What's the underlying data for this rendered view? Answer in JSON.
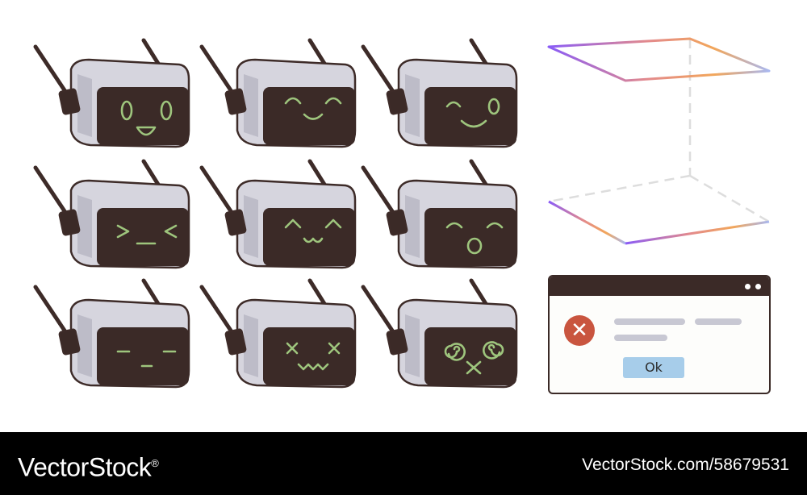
{
  "robots": [
    {
      "expression": "surprised",
      "eyes": "open-ovals",
      "mouth": "open-smile"
    },
    {
      "expression": "content",
      "eyes": "closed-arcs",
      "mouth": "smile"
    },
    {
      "expression": "winking",
      "eyes": "wink",
      "mouth": "smile"
    },
    {
      "expression": "squinting",
      "eyes": "chevrons",
      "mouth": "flat"
    },
    {
      "expression": "cat-smile",
      "eyes": "carets",
      "mouth": "w"
    },
    {
      "expression": "laughing",
      "eyes": "closed-arcs",
      "mouth": "open"
    },
    {
      "expression": "neutral",
      "eyes": "dashes",
      "mouth": "dash"
    },
    {
      "expression": "knocked-out",
      "eyes": "crosses",
      "mouth": "zigzag"
    },
    {
      "expression": "dizzy",
      "eyes": "spirals",
      "mouth": "cross"
    }
  ],
  "cube": {
    "icon": "wireframe-cube-icon",
    "gradient": [
      "#8a5cf6",
      "#f2a65a",
      "#a9b8f0"
    ]
  },
  "dialog": {
    "error_icon_glyph": "✕",
    "ok_label": "Ok",
    "colors": {
      "frame": "#3b2a27",
      "error": "#c9553f",
      "button": "#a7cdea",
      "placeholder_lines": "#c8c8d3"
    }
  },
  "footer": {
    "left_text": "VectorStock",
    "left_mark": "®",
    "right_text": "VectorStock.com/58679531"
  },
  "colors": {
    "robot_body": "#d6d5de",
    "robot_outline": "#3d2b28",
    "screen": "#3b2a27",
    "face": "#9ec57d"
  }
}
